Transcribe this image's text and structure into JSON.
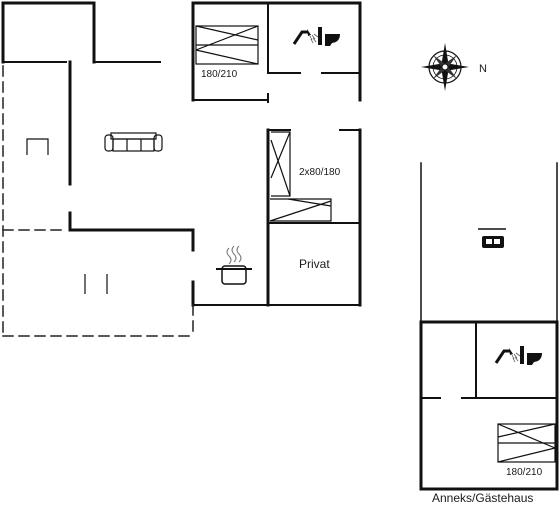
{
  "labels": {
    "bed_main": "180/210",
    "bed_kids": "2x80/180",
    "privat": "Privat",
    "bed_annex": "180/210",
    "annex_title": "Anneks/Gästehaus",
    "north": "N"
  },
  "icons": {
    "shower_toilet_main": "shower-toilet-icon",
    "shower_toilet_annex": "shower-toilet-icon",
    "sofa": "sofa-icon",
    "cooking_pot": "cooking-pot-icon",
    "television": "tv-icon",
    "compass": "compass-rose-icon"
  },
  "colors": {
    "wall": "#111111",
    "dashed": "#222222",
    "background": "#ffffff"
  }
}
